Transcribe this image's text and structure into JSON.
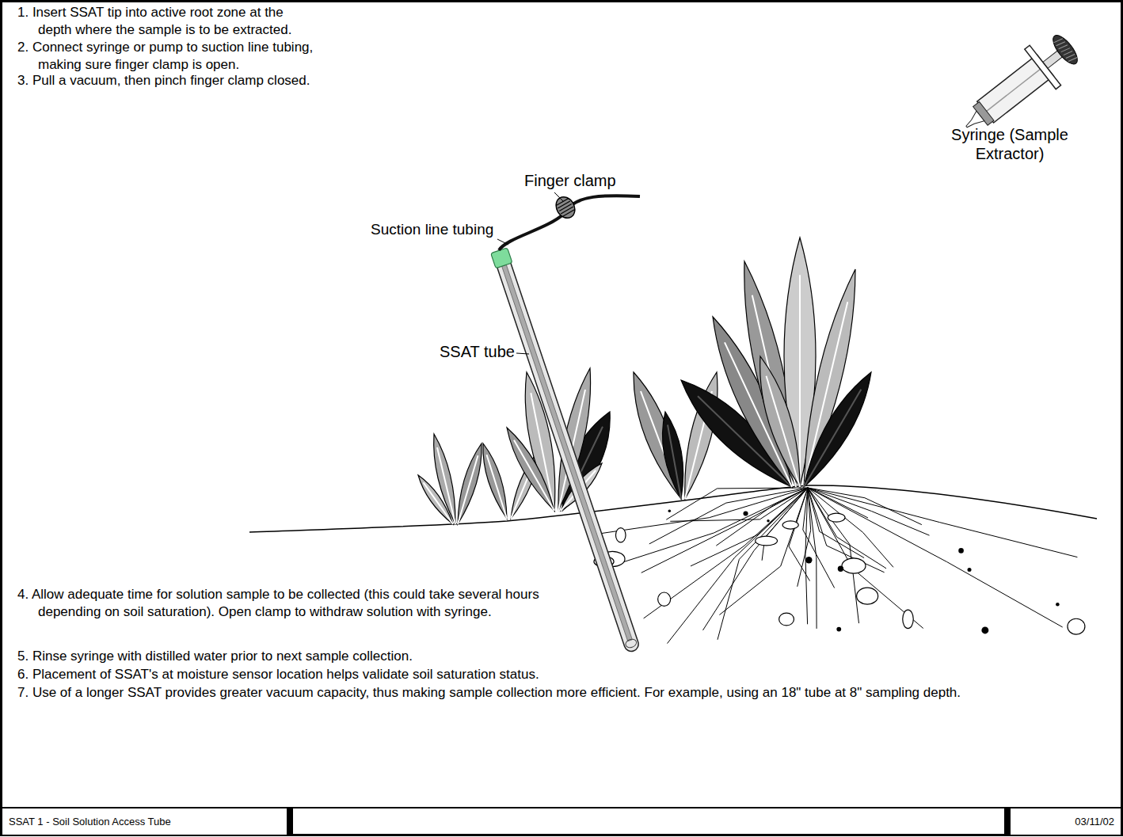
{
  "diagram": {
    "nodes": [
      {
        "text": [
          "SSAT 1 - Soil Solution Access Tube"
        ]
      },
      {
        "text": [
          "03/11/02"
        ]
      }
    ],
    "labels": [
      "1. Insert SSAT tip into active root zone at the depth where the sample is to be extracted.",
      "2. Connect syringe or pump to suction line tubing, making sure finger clamp is open.",
      "3. Pull a vacuum, then pinch finger clamp closed.",
      "Finger clamp",
      "Syringe (Sample Extractor)",
      "Suction line tubing",
      "SSAT tube",
      "4. Allow adequate time for solution sample to be collected (this could take several hours depending on soil saturation). Open clamp to withdraw solution with syringe.",
      "5. Rinse syringe with distilled water prior to next sample collection.",
      "6. Placement of SSAT's at moisture sensor location helps validate soil saturation status.",
      "7. Use of a longer SSAT provides greater vacuum capacity, thus making sample collection more efficient. For example, using an 18\" tube at 8\" sampling depth."
    ]
  }
}
